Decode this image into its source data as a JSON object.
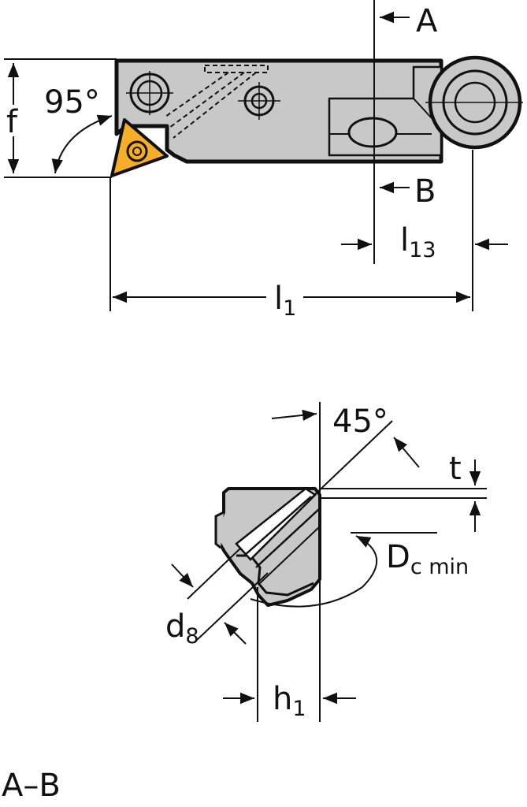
{
  "top_view": {
    "section_a": "A",
    "section_b": "B",
    "angle": "95°",
    "dim_f": "f",
    "dim_l13": {
      "main": "l",
      "sub": "13"
    },
    "dim_l1": {
      "main": "l",
      "sub": "1"
    }
  },
  "section_view": {
    "angle": "45°",
    "dim_t": "t",
    "dim_dc": {
      "main": "D",
      "sub": "c min"
    },
    "dim_d8": {
      "main": "d",
      "sub": "8"
    },
    "dim_h1": {
      "main": "h",
      "sub": "1"
    }
  },
  "caption": "A–B",
  "colors": {
    "body": "#c8c8c8",
    "insert": "#f5ad2a",
    "line": "#111111"
  }
}
